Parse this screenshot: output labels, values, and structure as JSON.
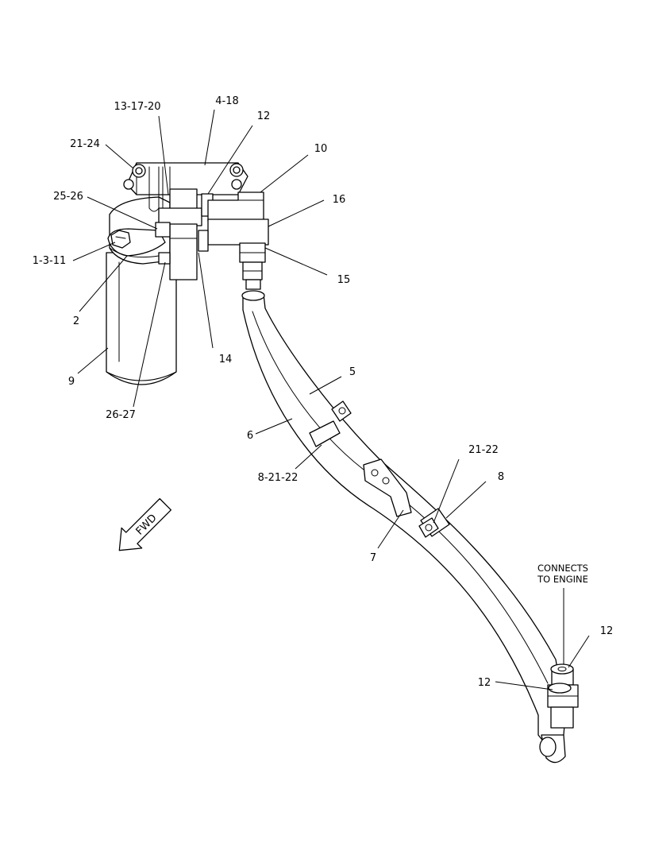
{
  "callouts": {
    "c_13_17_20": "13-17-20",
    "c_4_18": "4-18",
    "c_12_top": "12",
    "c_10": "10",
    "c_21_24": "21-24",
    "c_16": "16",
    "c_25_26": "25-26",
    "c_1_3_11": "1-3-11",
    "c_15": "15",
    "c_2": "2",
    "c_14": "14",
    "c_9": "9",
    "c_5": "5",
    "c_26_27": "26-27",
    "c_6": "6",
    "c_8_21_22": "8-21-22",
    "c_21_22": "21-22",
    "c_8": "8",
    "c_7": "7",
    "c_12_right": "12",
    "c_12_left": "12"
  },
  "direction_arrow": "FWD",
  "note": {
    "line1": "CONNECTS",
    "line2": "TO ENGINE"
  }
}
